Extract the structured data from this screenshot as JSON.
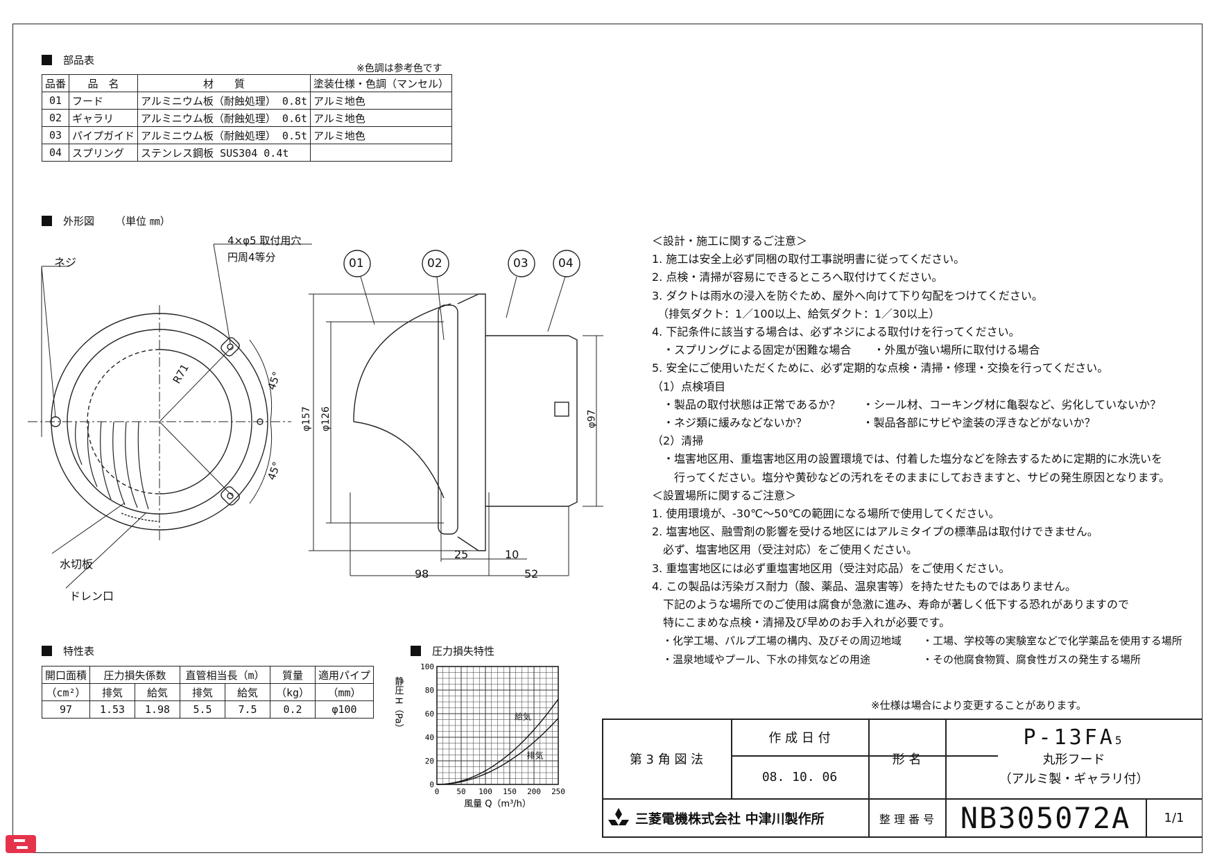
{
  "parts": {
    "title": "部品表",
    "color_note": "※色調は参考色です",
    "headers": [
      "品番",
      "品　名",
      "材　　質",
      "塗装仕様・色調（マンセル）"
    ],
    "rows": [
      [
        "01",
        "フード",
        "アルミニウム板（耐蝕処理） 0.8t",
        "アルミ地色"
      ],
      [
        "02",
        "ギャラリ",
        "アルミニウム板（耐蝕処理） 0.6t",
        "アルミ地色"
      ],
      [
        "03",
        "パイプガイド",
        "アルミニウム板（耐蝕処理） 0.5t",
        "アルミ地色"
      ],
      [
        "04",
        "スプリング",
        "ステンレス鋼板 SUS304 0.4t",
        ""
      ]
    ]
  },
  "outline": {
    "title": "外形図",
    "unit": "（単位 ㎜）",
    "labels": {
      "neji": "ネジ",
      "holes": "4×φ5 取付用穴",
      "holes_sub": "円周4等分",
      "radius": "R71",
      "angle1": "45°",
      "angle2": "45°",
      "mizukiri": "水切板",
      "drain": "ドレン口",
      "d157": "φ157",
      "d126": "φ126",
      "d97": "φ97",
      "dim25": "25",
      "dim10": "10",
      "dim98": "98",
      "dim52": "52"
    },
    "callouts": [
      "01",
      "02",
      "03",
      "04"
    ]
  },
  "notes": {
    "design_title": "＜設計・施工に関するご注意＞",
    "design": [
      "1. 施工は安全上必ず同梱の取付工事説明書に従ってください。",
      "2. 点検・清掃が容易にできるところへ取付けてください。",
      "3. ダクトは雨水の浸入を防ぐため、屋外へ向けて下り勾配をつけてください。",
      "　（排気ダクト：1／100以上、給気ダクト：1／30以上）",
      "4. 下記条件に該当する場合は、必ずネジによる取付けを行ってください。",
      "　・スプリングによる固定が困難な場合　　・外風が強い場所に取付ける場合",
      "5. 安全にご使用いただくために、必ず定期的な点検・清掃・修理・交換を行ってください。",
      "（1）点検項目",
      "　・製品の取付状態は正常であるか？　　・シール材、コーキング材に亀裂など、劣化していないか？",
      "　・ネジ類に緩みなどないか？　　　　　・製品各部にサビや塗装の浮きなどがないか？",
      "（2）清掃",
      "　・塩害地区用、重塩害地区用の設置環境では、付着した塩分などを除去するために定期的に水洗いを",
      "　　行ってください。塩分や黄砂などの汚れをそのままにしておきますと、サビの発生原因となります。"
    ],
    "site_title": "＜設置場所に関するご注意＞",
    "site": [
      "1. 使用環境が、-30℃～50℃の範囲になる場所で使用してください。",
      "2. 塩害地区、融雪剤の影響を受ける地区にはアルミタイプの標準品は取付けできません。",
      "　必ず、塩害地区用（受注対応）をご使用ください。",
      "3. 重塩害地区には必ず重塩害地区用（受注対応品）をご使用ください。",
      "4. この製品は汚染ガス耐力（酸、薬品、温泉害等）を持たせたものではありません。",
      "　下記のような場所でのご使用は腐食が急激に進み、寿命が著しく低下する恐れがありますので",
      "　特にこまめな点検・清掃及び早めのお手入れが必要です。",
      "　・化学工場、パルプ工場の構内、及びその周辺地域　　・工場、学校等の実験室などで化学薬品を使用する場所",
      "　・温泉地域やプール、下水の排気などの用途　　　　　・その他腐食物質、腐食性ガスの発生する場所"
    ],
    "spec_note": "※仕様は場合により変更することがあります。"
  },
  "characteristics": {
    "title": "特性表",
    "h1": [
      "開口面積",
      "圧力損失係数",
      "直管相当長（m）",
      "質量",
      "適用パイプ"
    ],
    "h2": [
      "（cm²）",
      "排気",
      "給気",
      "排気",
      "給気",
      "（kg）",
      "（mm）"
    ],
    "row": [
      "97",
      "1.53",
      "1.98",
      "5.5",
      "7.5",
      "0.2",
      "φ100"
    ]
  },
  "chart_data": {
    "type": "line",
    "title": "圧力損失特性",
    "xlabel": "風量 Q（m³/h）",
    "ylabel": "静圧 H（Pa）",
    "xlim": [
      0,
      250
    ],
    "ylim": [
      0,
      100
    ],
    "x_ticks": [
      "0",
      "50",
      "100",
      "150",
      "200",
      "250"
    ],
    "y_ticks": [
      "0",
      "20",
      "40",
      "60",
      "80",
      "100"
    ],
    "grid": true,
    "series": [
      {
        "name": "給気",
        "x": [
          0,
          50,
          100,
          150,
          200,
          250
        ],
        "values": [
          0,
          2.9,
          11.6,
          26.1,
          46.4,
          72.4
        ]
      },
      {
        "name": "排気",
        "x": [
          0,
          50,
          100,
          150,
          200,
          250
        ],
        "values": [
          0,
          2.3,
          9.0,
          20.2,
          35.9,
          56.1
        ]
      }
    ]
  },
  "title_block": {
    "projection": "第 3 角 図 法",
    "date_label": "作 成 日 付",
    "date": "08. 10. 06",
    "name_label": "形 名",
    "model": "P-13FA",
    "model_sub": "5",
    "product": "丸形フード",
    "product_sub": "（アルミ製・ギャラリ付）",
    "company": "三菱電機株式会社 中津川製作所",
    "number_label": "整 理 番 号",
    "number": "NB305072A",
    "sheet": "1/1"
  }
}
